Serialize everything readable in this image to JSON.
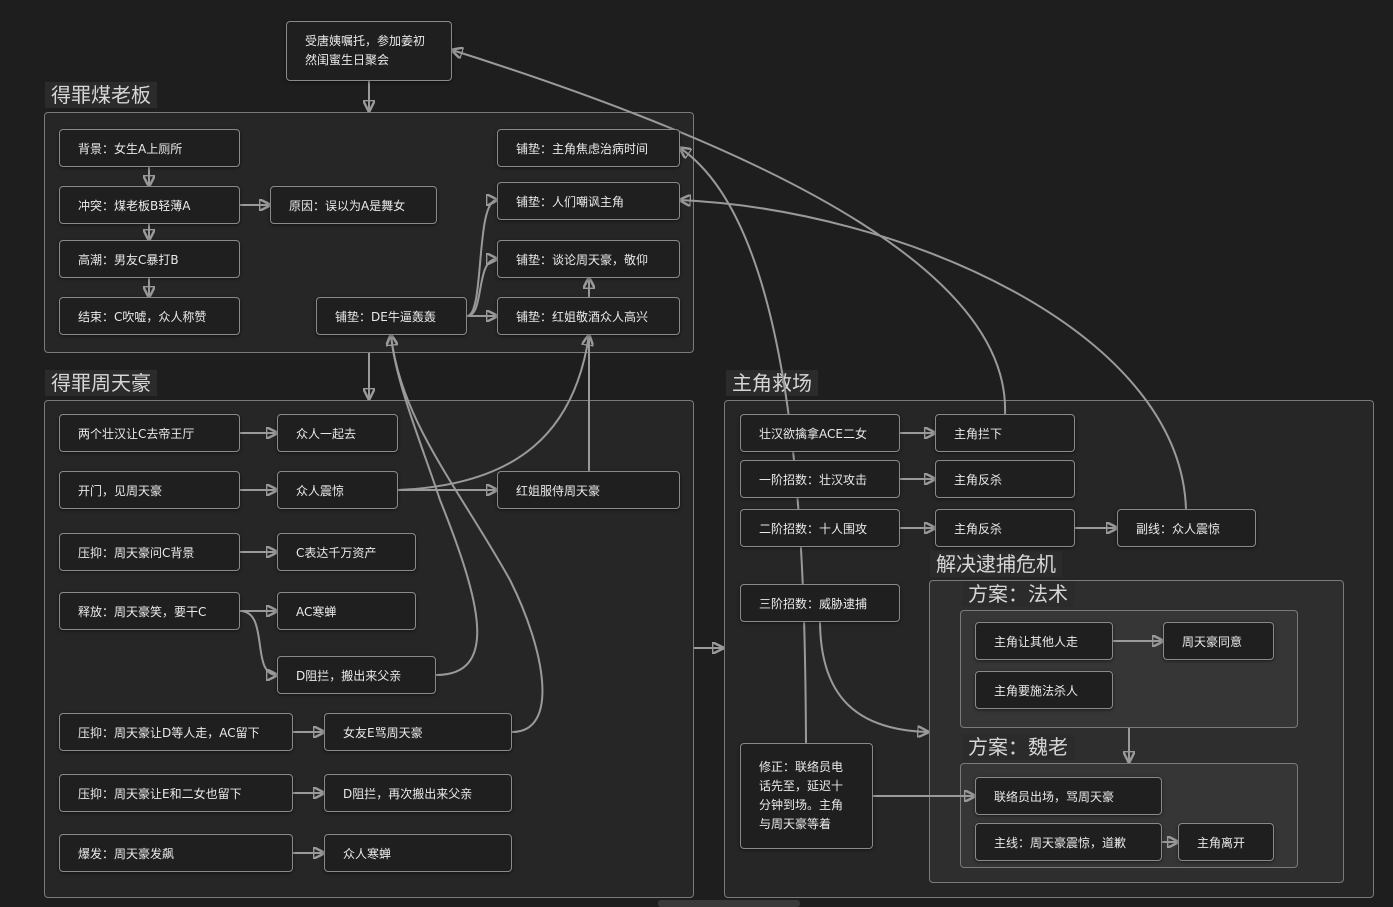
{
  "groups": {
    "g1": "得罪煤老板",
    "g2": "得罪周天豪",
    "g3": "主角救场",
    "g4": "解决逮捕危机",
    "g5": "方案：法术",
    "g6": "方案：魏老"
  },
  "nodes": {
    "top": "受唐姨嘱托，参加姜初然闺蜜生日聚会",
    "bg": "背景：女生A上厕所",
    "ct": "冲突：煤老板B轻薄A",
    "yy": "原因：误以为A是舞女",
    "gc": "高潮：男友C暴打B",
    "js": "结束：C吹嘘，众人称赞",
    "pd1": "铺垫：主角焦虑治病时间",
    "pd2": "铺垫：人们嘲讽主角",
    "pd3": "铺垫：谈论周天豪，敬仰",
    "pd4": "铺垫：红姐敬酒众人高兴",
    "pdde": "铺垫：DE牛逼轰轰",
    "a1": "两个壮汉让C去帝王厅",
    "a2": "众人一起去",
    "b1": "开门，见周天豪",
    "b2": "众人震惊",
    "b3": "红姐服侍周天豪",
    "c1": "压抑：周天豪问C背景",
    "c2": "C表达千万资产",
    "d1": "释放：周天豪笑，要干C",
    "d2": "AC寒蝉",
    "d3": "D阻拦，搬出来父亲",
    "e1": "压抑：周天豪让D等人走，AC留下",
    "e2": "女友E骂周天豪",
    "f1": "压抑：周天豪让E和二女也留下",
    "f2": "D阻拦，再次搬出来父亲",
    "h1": "爆发：周天豪发飙",
    "h2": "众人寒蝉",
    "s1": "壮汉欲擒拿ACE二女",
    "s2": "主角拦下",
    "t1": "一阶招数：壮汉攻击",
    "t2": "主角反杀",
    "u1": "二阶招数：十人围攻",
    "u2": "主角反杀",
    "u3": "副线：众人震惊",
    "v1": "三阶招数：威胁逮捕",
    "w1": "修正：联络员电话先至，延迟十分钟到场。主角与周天豪等着",
    "fa1": "主角让其他人走",
    "fa2": "周天豪同意",
    "fa3": "主角要施法杀人",
    "wl1": "联络员出场，骂周天豪",
    "wl2": "主线：周天豪震惊，道歉",
    "wl3": "主角离开"
  },
  "colors": {
    "background": "#1e1e1e",
    "node_fill": "#1f1f1f",
    "border": "#8a8a8a",
    "edge": "#9a9a9a"
  }
}
